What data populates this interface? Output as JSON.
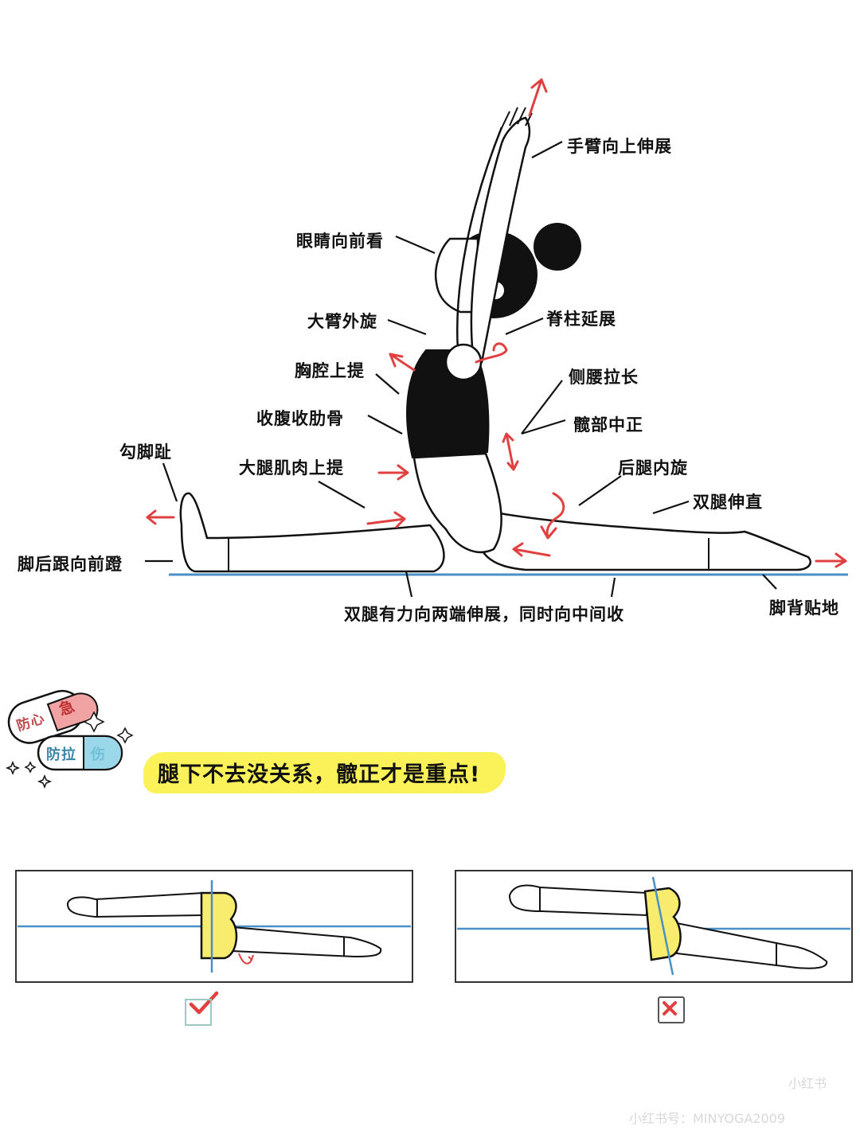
{
  "labels": {
    "arm_extend": "手臂向上伸展",
    "eyes_forward": "眼睛向前看",
    "upper_arm_rotate": "大臂外旋",
    "spine_extend": "脊柱延展",
    "chest_lift": "胸腔上提",
    "side_waist": "侧腰拉长",
    "abs_ribs": "收腹收肋骨",
    "hip_center": "髋部中正",
    "hook_toes": "勾脚趾",
    "thigh_lift": "大腿肌肉上提",
    "back_leg_rotate": "后腿内旋",
    "legs_straight": "双腿伸直",
    "heel_push": "脚后跟向前蹬",
    "instep_ground": "脚背贴地",
    "legs_bottom": "双腿有力向两端伸展，同时向中间收"
  },
  "pill": {
    "top_left": "防心",
    "top_right": "急",
    "bottom_left": "防拉",
    "bottom_right": "伤"
  },
  "banner": "腿下不去没关系，髋正才是重点!",
  "watermark": {
    "logo": "小红书",
    "id": "小红书号：MINYOGA2009"
  },
  "colors": {
    "red": "#e04040",
    "blue": "#4a90c8",
    "yellow_highlight": "#fbf25a",
    "hip_yellow": "#f7ec6e",
    "ink": "#111111"
  }
}
